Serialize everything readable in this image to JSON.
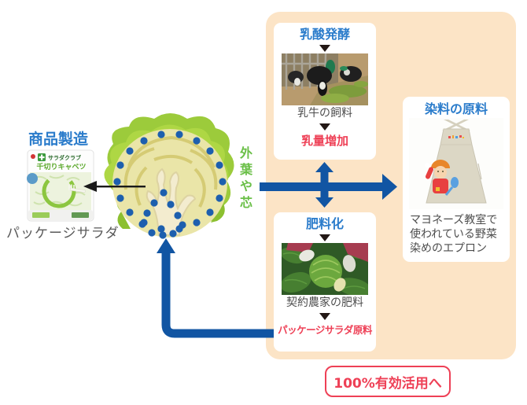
{
  "colors": {
    "panel_bg": "#fce4c6",
    "arrow_blue": "#1155a3",
    "heading_blue": "#2b7ccb",
    "accent_red": "#ee4056",
    "leaf_green": "#6abf47"
  },
  "left_column": {
    "title": "商品製造",
    "package": {
      "brand": "サラダクラブ",
      "product": "千切りキャベツ"
    },
    "caption": "パッケージサラダ"
  },
  "center": {
    "cabbage_label": "外葉や芯"
  },
  "panel": {
    "fermentation": {
      "title": "乳酸発酵",
      "photo": "dairy-cows-feeding-photo",
      "caption": "乳牛の飼料",
      "result": "乳量増加"
    },
    "dye": {
      "title": "染料の原料",
      "photo": "vegetable-dyed-apron-photo",
      "caption": "マヨネーズ教室で使われている野菜染めのエプロン"
    },
    "fertilizer": {
      "title": "肥料化",
      "photo": "cabbage-harvest-photo",
      "caption": "契約農家の肥料",
      "result": "パッケージサラダ原料"
    },
    "footer": "100%有効活用へ"
  }
}
